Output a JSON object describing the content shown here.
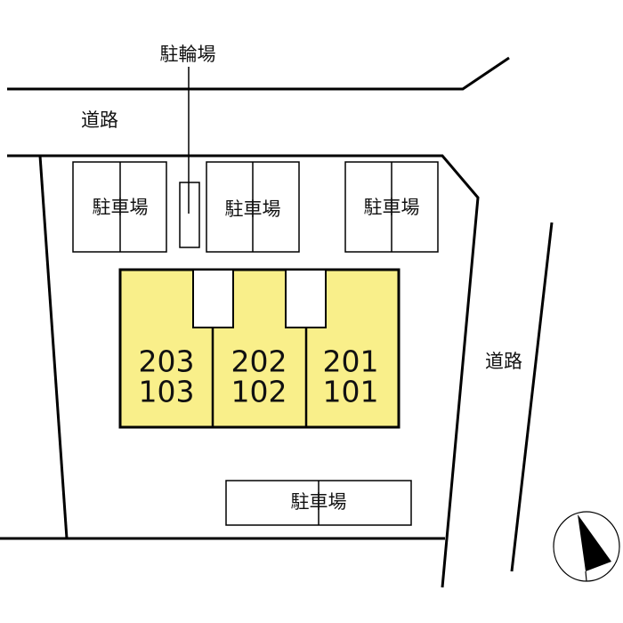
{
  "labels": {
    "bicycle_parking": "駐輪場",
    "road_top": "道路",
    "road_right": "道路",
    "parking_1": "駐車場",
    "parking_2": "駐車場",
    "parking_3": "駐車場",
    "parking_bottom": "駐車場"
  },
  "units": [
    {
      "upper": "203",
      "lower": "103"
    },
    {
      "upper": "202",
      "lower": "102"
    },
    {
      "upper": "201",
      "lower": "101"
    }
  ],
  "colors": {
    "building": "#f9ef8a"
  }
}
